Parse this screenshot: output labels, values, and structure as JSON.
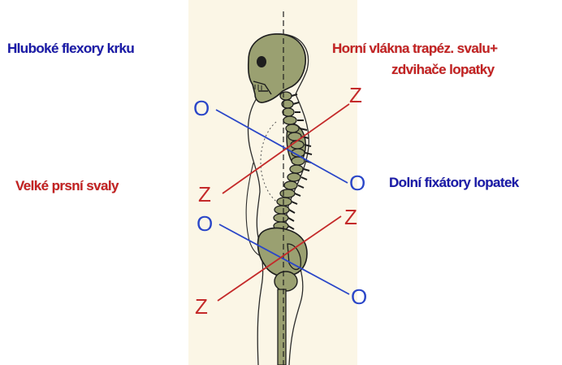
{
  "labels": {
    "deep_neck_flexors": "Hluboké flexory krku",
    "upper_trapezius_line1": "Horní vlákna trapéz. svalu+",
    "upper_trapezius_line2": "zdvihače lopatky",
    "pectoral_muscles": "Velké prsní svaly",
    "lower_scapular_fixators": "Dolní fixátory lopatek"
  },
  "letters": {
    "weak": "O",
    "tight": "Z"
  },
  "colors": {
    "weak_blue": "#2a46c8",
    "tight_red": "#c42a2a",
    "label_blue": "#1a1aa8",
    "label_red": "#c42222",
    "skeleton_fill": "#9aa071",
    "skeleton_outline": "#1e1e1e",
    "background_panel": "#fbf6e6"
  }
}
